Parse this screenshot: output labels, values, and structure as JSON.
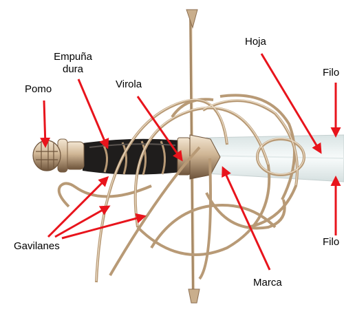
{
  "labels": {
    "pomo": "Pomo",
    "empunadura_1": "Empuña",
    "empunadura_2": "dura",
    "virola": "Virola",
    "hoja": "Hoja",
    "filo_top": "Filo",
    "filo_bottom": "Filo",
    "gavilanes": "Gavilanes",
    "marca": "Marca"
  },
  "colors": {
    "arrow": "#e8141c",
    "brass_light": "#e8d4b6",
    "brass_mid": "#b89a76",
    "brass_dark": "#7a5f44",
    "grip_dark": "#1f1d1c",
    "blade": "#f1f6f6",
    "blade_edge": "#cfdadb"
  }
}
